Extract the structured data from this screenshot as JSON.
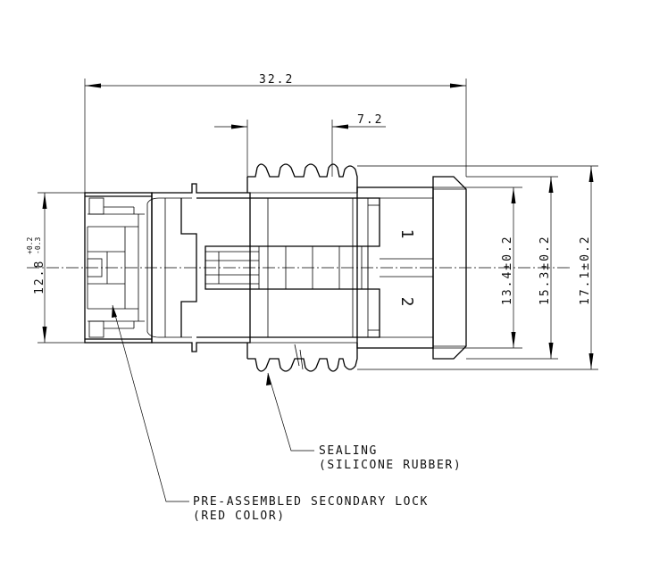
{
  "dimensions": {
    "overall_length": "32.2",
    "seal_pitch": "7.2",
    "left_height": "12.8",
    "left_height_tol_upper": "+0.2",
    "left_height_tol_lower": "-0.3",
    "inner_height": "13.4±0.2",
    "mid_height": "15.3±0.2",
    "outer_height": "17.1±0.2"
  },
  "pin_labels": {
    "pin1": "1",
    "pin2": "2"
  },
  "callouts": {
    "sealing_line1": "SEALING",
    "sealing_line2": "(SILICONE RUBBER)",
    "lock_line1": "PRE-ASSEMBLED SECONDARY LOCK",
    "lock_line2": "(RED COLOR)"
  }
}
